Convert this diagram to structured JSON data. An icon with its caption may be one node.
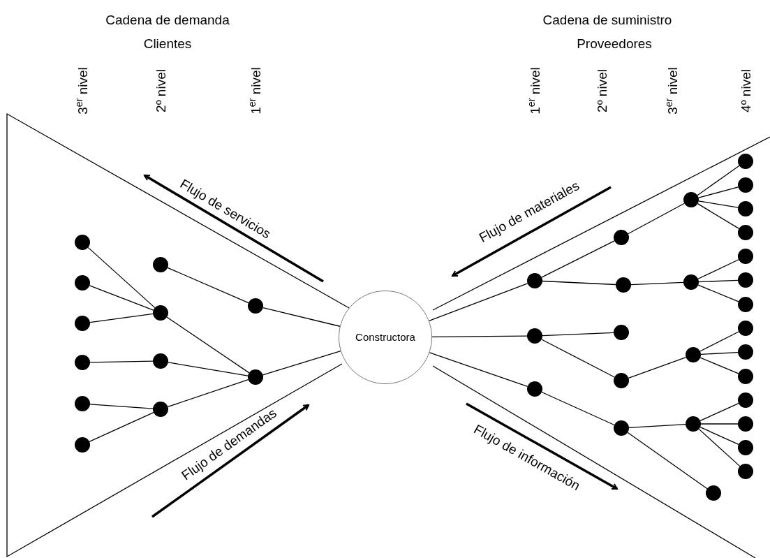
{
  "diagram": {
    "nodes": [
      {
        "text": [
          "Constructora"
        ]
      },
      {
        "text": [],
        "shape": "circle"
      },
      {
        "text": [],
        "shape": "circle"
      },
      {
        "text": [],
        "shape": "circle"
      },
      {
        "text": [],
        "shape": "circle"
      },
      {
        "text": [],
        "shape": "circle"
      },
      {
        "text": [],
        "shape": "circle"
      },
      {
        "text": [],
        "shape": "circle"
      },
      {
        "text": [],
        "shape": "circle"
      },
      {
        "text": [],
        "shape": "circle"
      },
      {
        "text": [],
        "shape": "circle"
      },
      {
        "text": [],
        "shape": "circle"
      },
      {
        "text": [],
        "shape": "circle"
      },
      {
        "text": [],
        "shape": "circle"
      },
      {
        "text": [],
        "shape": "circle"
      },
      {
        "text": [],
        "shape": "circle"
      },
      {
        "text": [],
        "shape": "circle"
      },
      {
        "text": [],
        "shape": "circle"
      },
      {
        "text": [],
        "shape": "circle"
      },
      {
        "text": [],
        "shape": "circle"
      },
      {
        "text": [],
        "shape": "circle"
      },
      {
        "text": [],
        "shape": "circle"
      },
      {
        "text": [],
        "shape": "circle"
      },
      {
        "text": [],
        "shape": "circle"
      },
      {
        "text": [],
        "shape": "circle"
      },
      {
        "text": [],
        "shape": "circle"
      },
      {
        "text": [],
        "shape": "circle"
      },
      {
        "text": [],
        "shape": "circle"
      },
      {
        "text": [],
        "shape": "circle"
      },
      {
        "text": [],
        "shape": "circle"
      },
      {
        "text": [],
        "shape": "circle"
      },
      {
        "text": [],
        "shape": "circle"
      },
      {
        "text": [],
        "shape": "circle"
      },
      {
        "text": [],
        "shape": "circle"
      },
      {
        "text": [],
        "shape": "circle"
      },
      {
        "text": [],
        "shape": "circle"
      },
      {
        "text": [],
        "shape": "circle"
      },
      {
        "text": [],
        "shape": "circle"
      },
      {
        "text": [],
        "shape": "circle"
      },
      {
        "text": [],
        "shape": "circle"
      }
    ],
    "edges": [
      {
        "from": 0,
        "to": 1,
        "arrow": "none"
      },
      {
        "from": 0,
        "to": 2,
        "arrow": "none"
      },
      {
        "from": 1,
        "to": 3,
        "arrow": "none"
      },
      {
        "from": 2,
        "to": 4,
        "arrow": "none"
      },
      {
        "from": 2,
        "to": 5,
        "arrow": "none"
      },
      {
        "from": 2,
        "to": 6,
        "arrow": "none"
      },
      {
        "from": 4,
        "to": 7,
        "arrow": "none"
      },
      {
        "from": 4,
        "to": 8,
        "arrow": "none"
      },
      {
        "from": 4,
        "to": 9,
        "arrow": "none"
      },
      {
        "from": 5,
        "to": 10,
        "arrow": "none"
      },
      {
        "from": 6,
        "to": 11,
        "arrow": "none"
      },
      {
        "from": 6,
        "to": 12,
        "arrow": "none"
      },
      {
        "from": 0,
        "to": 13,
        "arrow": "none"
      },
      {
        "from": 0,
        "to": 14,
        "arrow": "none"
      },
      {
        "from": 0,
        "to": 15,
        "arrow": "none"
      },
      {
        "from": 13,
        "to": 16,
        "arrow": "none"
      },
      {
        "from": 13,
        "to": 17,
        "arrow": "none"
      },
      {
        "from": 14,
        "to": 18,
        "arrow": "none"
      },
      {
        "from": 14,
        "to": 19,
        "arrow": "none"
      },
      {
        "from": 15,
        "to": 20,
        "arrow": "none"
      },
      {
        "from": 16,
        "to": 21,
        "arrow": "none"
      },
      {
        "from": 17,
        "to": 22,
        "arrow": "none"
      },
      {
        "from": 19,
        "to": 23,
        "arrow": "none"
      },
      {
        "from": 20,
        "to": 24,
        "arrow": "none"
      },
      {
        "from": 20,
        "to": 25,
        "arrow": "none"
      },
      {
        "from": 21,
        "to": 26,
        "arrow": "none"
      },
      {
        "from": 21,
        "to": 27,
        "arrow": "none"
      },
      {
        "from": 21,
        "to": 28,
        "arrow": "none"
      },
      {
        "from": 21,
        "to": 29,
        "arrow": "none"
      },
      {
        "from": 22,
        "to": 30,
        "arrow": "none"
      },
      {
        "from": 22,
        "to": 31,
        "arrow": "none"
      },
      {
        "from": 22,
        "to": 32,
        "arrow": "none"
      },
      {
        "from": 23,
        "to": 33,
        "arrow": "none"
      },
      {
        "from": 23,
        "to": 34,
        "arrow": "none"
      },
      {
        "from": 23,
        "to": 35,
        "arrow": "none"
      },
      {
        "from": 24,
        "to": 36,
        "arrow": "none"
      },
      {
        "from": 24,
        "to": 37,
        "arrow": "none"
      },
      {
        "from": 24,
        "to": 38,
        "arrow": "none"
      },
      {
        "from": 24,
        "to": 39,
        "arrow": "none"
      }
    ],
    "labels": [
      "Cadena de demanda",
      "Clientes",
      "Cadena de suministro",
      "Proveedores",
      "3$^{er}$ nivel",
      "2º nivel",
      "1$^{er}$ nivel",
      "1$^{er}$ nivel",
      "2º nivel",
      "3$^{er}$ nivel",
      "4º nivel",
      "Flujo de servicios",
      "Flujo de materiales",
      "Flujo de demandas",
      "Flujo de información"
    ]
  }
}
